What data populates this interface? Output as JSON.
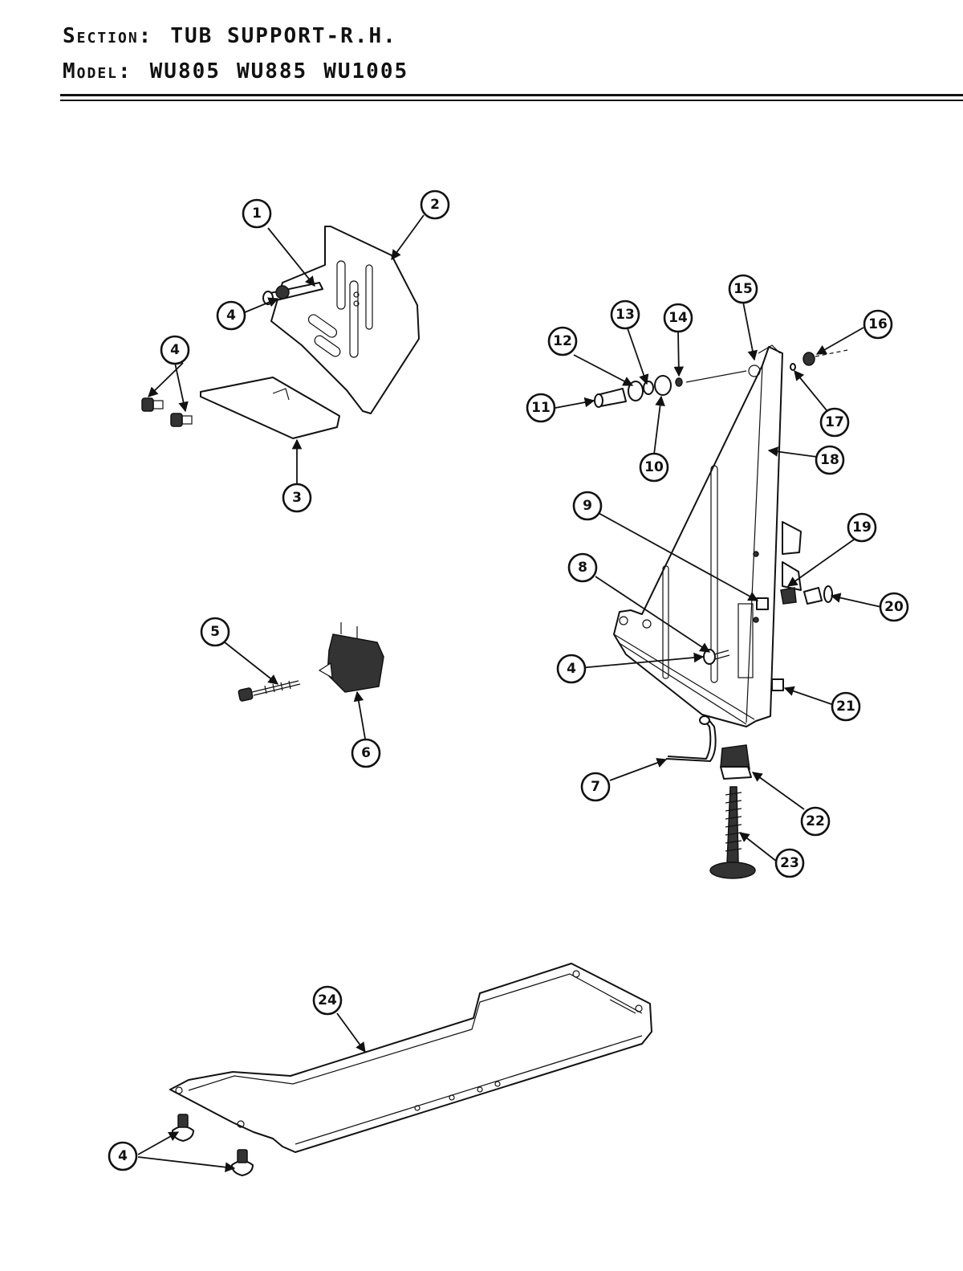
{
  "header": {
    "section_label": "Section:",
    "section_value": "TUB SUPPORT-R.H.",
    "model_label": "Model:",
    "models": [
      "WU805",
      "WU885",
      "WU1005"
    ]
  },
  "callouts": {
    "c1": "1",
    "c2": "2",
    "c3": "3",
    "c4a": "4",
    "c4b": "4",
    "c5": "5",
    "c6": "6",
    "c7": "7",
    "c8": "8",
    "c9": "9",
    "c10": "10",
    "c11": "11",
    "c12": "12",
    "c13": "13",
    "c14": "14",
    "c15": "15",
    "c16": "16",
    "c17": "17",
    "c18": "18",
    "c19": "19",
    "c20": "20",
    "c4c": "4",
    "c21": "21",
    "c22": "22",
    "c23": "23",
    "c24": "24",
    "c4d": "4"
  }
}
